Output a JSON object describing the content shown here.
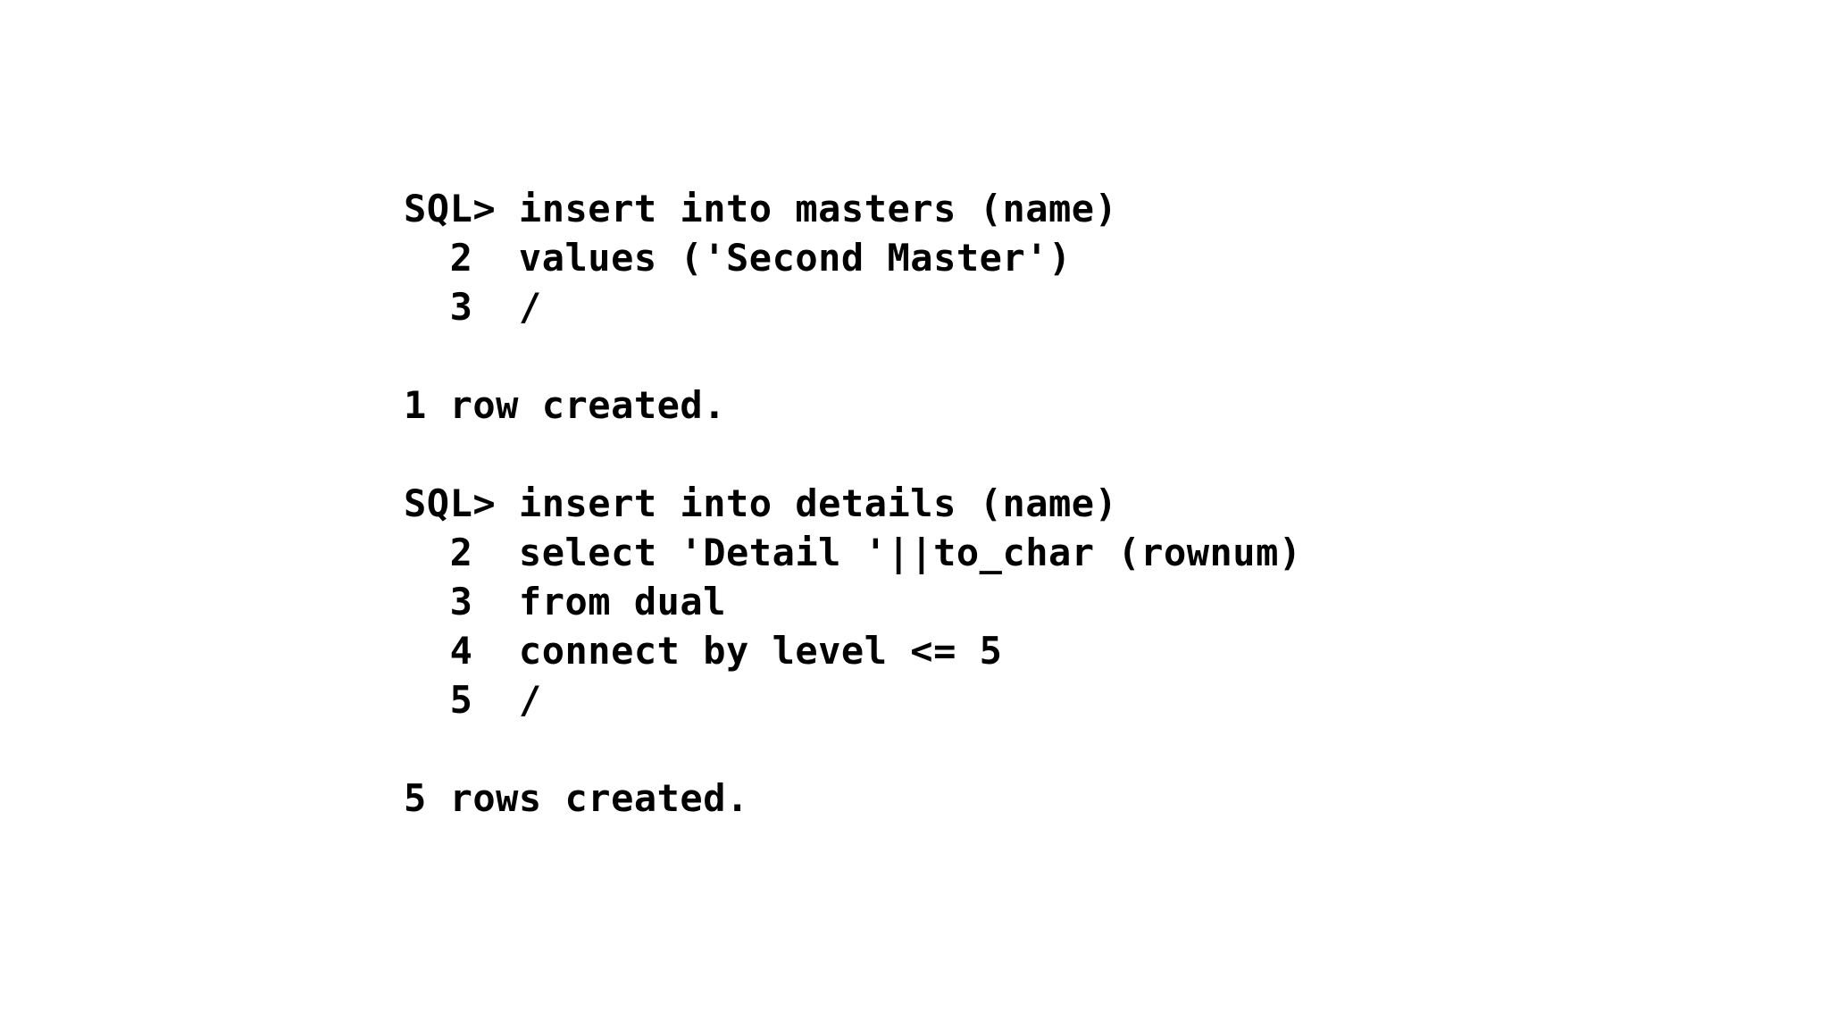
{
  "terminal": {
    "kind": "sql-plus-session-transcript",
    "text_color": "#000000",
    "background_color": "#ffffff",
    "prompt": "SQL>",
    "continuation_prompt_width": 5,
    "blocks": [
      {
        "type": "statement",
        "name": "insert-into-masters",
        "lines": [
          "SQL> insert into masters (name)",
          "  2  values ('Second Master')",
          "  3  /"
        ]
      },
      {
        "type": "blank",
        "name": "separator",
        "lines": [
          ""
        ]
      },
      {
        "type": "result",
        "name": "masters-insert-result",
        "lines": [
          "1 row created."
        ]
      },
      {
        "type": "blank",
        "name": "separator",
        "lines": [
          ""
        ]
      },
      {
        "type": "statement",
        "name": "insert-into-details",
        "lines": [
          "SQL> insert into details (name)",
          "  2  select 'Detail '||to_char (rownum)",
          "  3  from dual",
          "  4  connect by level <= 5",
          "  5  /"
        ]
      },
      {
        "type": "blank",
        "name": "separator",
        "lines": [
          ""
        ]
      },
      {
        "type": "result",
        "name": "details-insert-result",
        "lines": [
          "5 rows created."
        ]
      }
    ],
    "all_lines": [
      "SQL> insert into masters (name)",
      "  2  values ('Second Master')",
      "  3  /",
      "",
      "1 row created.",
      "",
      "SQL> insert into details (name)",
      "  2  select 'Detail '||to_char (rownum)",
      "  3  from dual",
      "  4  connect by level <= 5",
      "  5  /",
      "",
      "5 rows created."
    ]
  }
}
